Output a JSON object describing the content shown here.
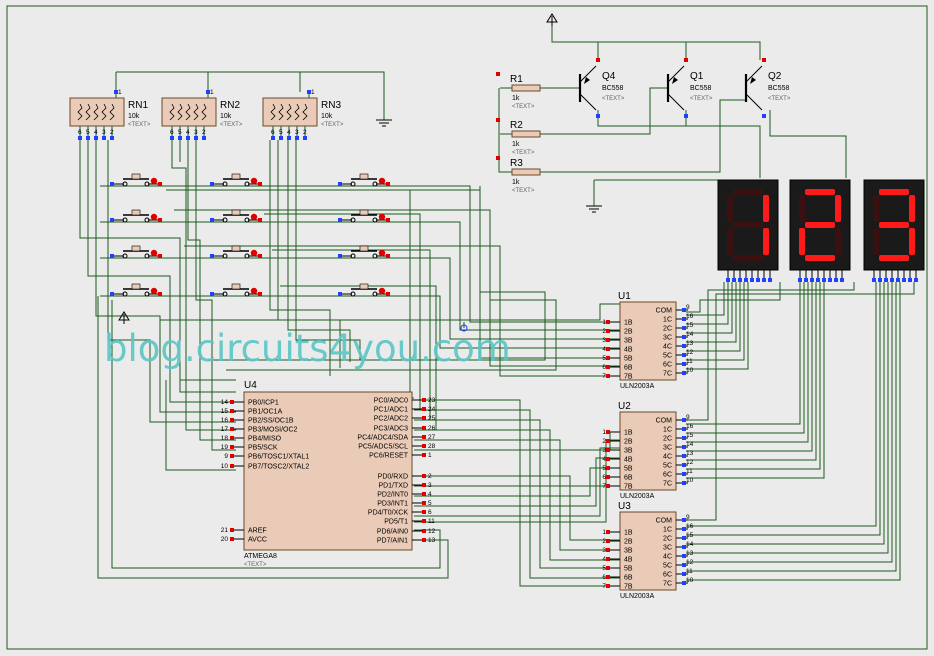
{
  "watermark": "blog.circuits4you.com",
  "colors": {
    "background": "#ebebeb",
    "wire": "#1d5a1d",
    "body": "#eacbb7",
    "segment_on": "#ff1a1a",
    "segment_bg": "#1a1a1a",
    "pin_red": "#e00000",
    "pin_blue": "#2040ff",
    "watermark": "#5fc6c6"
  },
  "resistor_networks": [
    {
      "ref": "RN1",
      "value": "10k",
      "text": "<TEXT>"
    },
    {
      "ref": "RN2",
      "value": "10k",
      "text": "<TEXT>"
    },
    {
      "ref": "RN3",
      "value": "10k",
      "text": "<TEXT>"
    }
  ],
  "rn_pin_labels": [
    "6",
    "5",
    "4",
    "3",
    "2"
  ],
  "rn_top_pin": "1",
  "resistors": [
    {
      "ref": "R1",
      "value": "1k",
      "text": "<TEXT>"
    },
    {
      "ref": "R2",
      "value": "1k",
      "text": "<TEXT>"
    },
    {
      "ref": "R3",
      "value": "1k",
      "text": "<TEXT>"
    }
  ],
  "transistors": [
    {
      "ref": "Q4",
      "part": "BC558",
      "text": "<TEXT>"
    },
    {
      "ref": "Q1",
      "part": "BC558",
      "text": "<TEXT>"
    },
    {
      "ref": "Q2",
      "part": "BC558",
      "text": "<TEXT>"
    }
  ],
  "displays": [
    {
      "digit": "1",
      "segments": [
        "b",
        "c"
      ]
    },
    {
      "digit": "2",
      "segments": [
        "a",
        "b",
        "g",
        "e",
        "d"
      ]
    },
    {
      "digit": "3",
      "segments": [
        "a",
        "b",
        "g",
        "c",
        "d"
      ]
    }
  ],
  "mcu": {
    "ref": "U4",
    "part": "ATMEGA8",
    "text": "<TEXT>",
    "left_pins": [
      {
        "num": "14",
        "name": "PB0/ICP1"
      },
      {
        "num": "15",
        "name": "PB1/OC1A"
      },
      {
        "num": "16",
        "name": "PB2/SS/OC1B"
      },
      {
        "num": "17",
        "name": "PB3/MOSI/OC2"
      },
      {
        "num": "18",
        "name": "PB4/MISO"
      },
      {
        "num": "19",
        "name": "PB5/SCK"
      },
      {
        "num": "9",
        "name": "PB6/TOSC1/XTAL1"
      },
      {
        "num": "10",
        "name": "PB7/TOSC2/XTAL2"
      },
      {
        "num": "21",
        "name": "AREF"
      },
      {
        "num": "20",
        "name": "AVCC"
      }
    ],
    "right_pins": [
      {
        "num": "23",
        "name": "PC0/ADC0"
      },
      {
        "num": "24",
        "name": "PC1/ADC1"
      },
      {
        "num": "25",
        "name": "PC2/ADC2"
      },
      {
        "num": "26",
        "name": "PC3/ADC3"
      },
      {
        "num": "27",
        "name": "PC4/ADC4/SDA"
      },
      {
        "num": "28",
        "name": "PC5/ADC5/SCL"
      },
      {
        "num": "1",
        "name": "PC6/RESET"
      },
      {
        "num": "2",
        "name": "PD0/RXD"
      },
      {
        "num": "3",
        "name": "PD1/TXD"
      },
      {
        "num": "4",
        "name": "PD2/INT0"
      },
      {
        "num": "5",
        "name": "PD3/INT1"
      },
      {
        "num": "6",
        "name": "PD4/T0/XCK"
      },
      {
        "num": "11",
        "name": "PD5/T1"
      },
      {
        "num": "12",
        "name": "PD6/AIN0"
      },
      {
        "num": "13",
        "name": "PD7/AIN1"
      }
    ]
  },
  "drivers": [
    {
      "ref": "U1",
      "part": "ULN2003A"
    },
    {
      "ref": "U2",
      "part": "ULN2003A"
    },
    {
      "ref": "U3",
      "part": "ULN2003A"
    }
  ],
  "uln": {
    "left_pins": [
      {
        "num": "1",
        "name": "1B"
      },
      {
        "num": "2",
        "name": "2B"
      },
      {
        "num": "3",
        "name": "3B"
      },
      {
        "num": "4",
        "name": "4B"
      },
      {
        "num": "5",
        "name": "5B"
      },
      {
        "num": "6",
        "name": "6B"
      },
      {
        "num": "7",
        "name": "7B"
      }
    ],
    "right_pins": [
      {
        "num": "9",
        "name": "COM"
      },
      {
        "num": "16",
        "name": "1C"
      },
      {
        "num": "15",
        "name": "2C"
      },
      {
        "num": "14",
        "name": "3C"
      },
      {
        "num": "13",
        "name": "4C"
      },
      {
        "num": "12",
        "name": "5C"
      },
      {
        "num": "11",
        "name": "6C"
      },
      {
        "num": "10",
        "name": "7C"
      }
    ]
  }
}
